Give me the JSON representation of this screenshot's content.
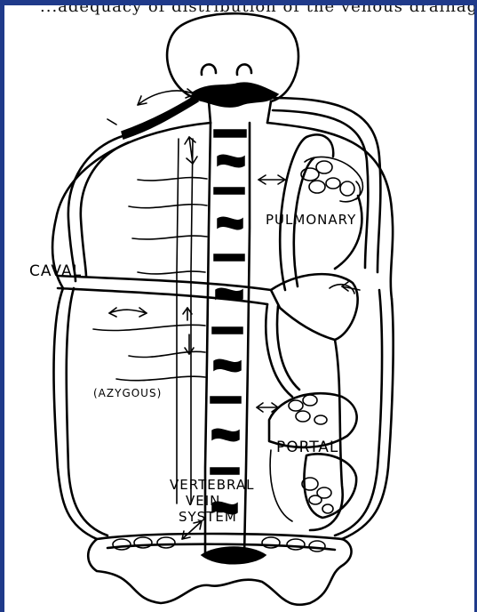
{
  "caption_fragment": "...adequacy of distribution of the venous drainage...",
  "labels": {
    "caval": "CAVAL",
    "pulmonary": "PULMONARY",
    "azygous": "(AZYGOUS)",
    "portal": "PORTAL",
    "vertebral_line1": "VERTEBRAL",
    "vertebral_line2": "VEIN",
    "vertebral_line3": "SYSTEM"
  },
  "colors": {
    "frame": "#1f3a8a",
    "ink": "#000000"
  }
}
